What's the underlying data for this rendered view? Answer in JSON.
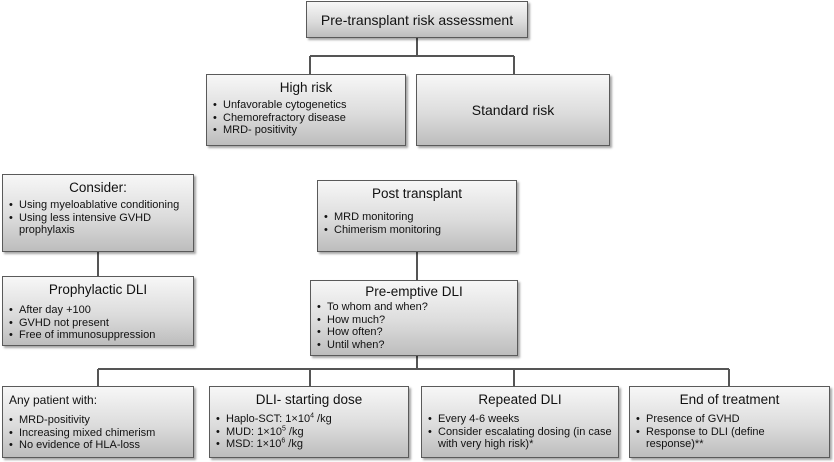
{
  "nodes": {
    "pre_transplant": {
      "title": "Pre-transplant risk assessment"
    },
    "high_risk": {
      "title": "High risk",
      "bullets": [
        "Unfavorable cytogenetics",
        "Chemorefractory disease",
        "MRD- positivity"
      ]
    },
    "standard_risk": {
      "title": "Standard risk"
    },
    "consider": {
      "title": "Consider:",
      "bullets": [
        "Using myeloablative conditioning",
        "Using less intensive GVHD prophylaxis"
      ]
    },
    "post_transplant": {
      "title": "Post transplant",
      "bullets": [
        "MRD monitoring",
        "Chimerism monitoring"
      ]
    },
    "prophylactic_dli": {
      "title": "Prophylactic DLI",
      "bullets": [
        "After day +100",
        "GVHD not present",
        "Free of immunosuppression"
      ]
    },
    "preemptive_dli": {
      "title": "Pre-emptive DLI",
      "bullets": [
        "To whom and when?",
        "How much?",
        "How often?",
        "Until when?"
      ]
    },
    "any_patient": {
      "title": "Any patient with:",
      "bullets": [
        "MRD-positivity",
        "Increasing mixed chimerism",
        "No evidence of HLA-loss"
      ]
    },
    "dli_starting_dose": {
      "title": "DLI- starting dose",
      "doses": [
        {
          "label": "Haplo-SCT: 1×10",
          "exp": "4",
          "unit": " /kg"
        },
        {
          "label": "MUD: 1×10",
          "exp": "5",
          "unit": " /kg"
        },
        {
          "label": "MSD: 1×10",
          "exp": "6",
          "unit": " /kg"
        }
      ]
    },
    "repeated_dli": {
      "title": "Repeated DLI",
      "bullets": [
        "Every 4-6 weeks",
        "Consider escalating dosing (in case with very high risk)*"
      ]
    },
    "end_of_treatment": {
      "title": "End of treatment",
      "bullets": [
        "Presence of GVHD",
        "Response to DLI (define response)**"
      ]
    }
  }
}
